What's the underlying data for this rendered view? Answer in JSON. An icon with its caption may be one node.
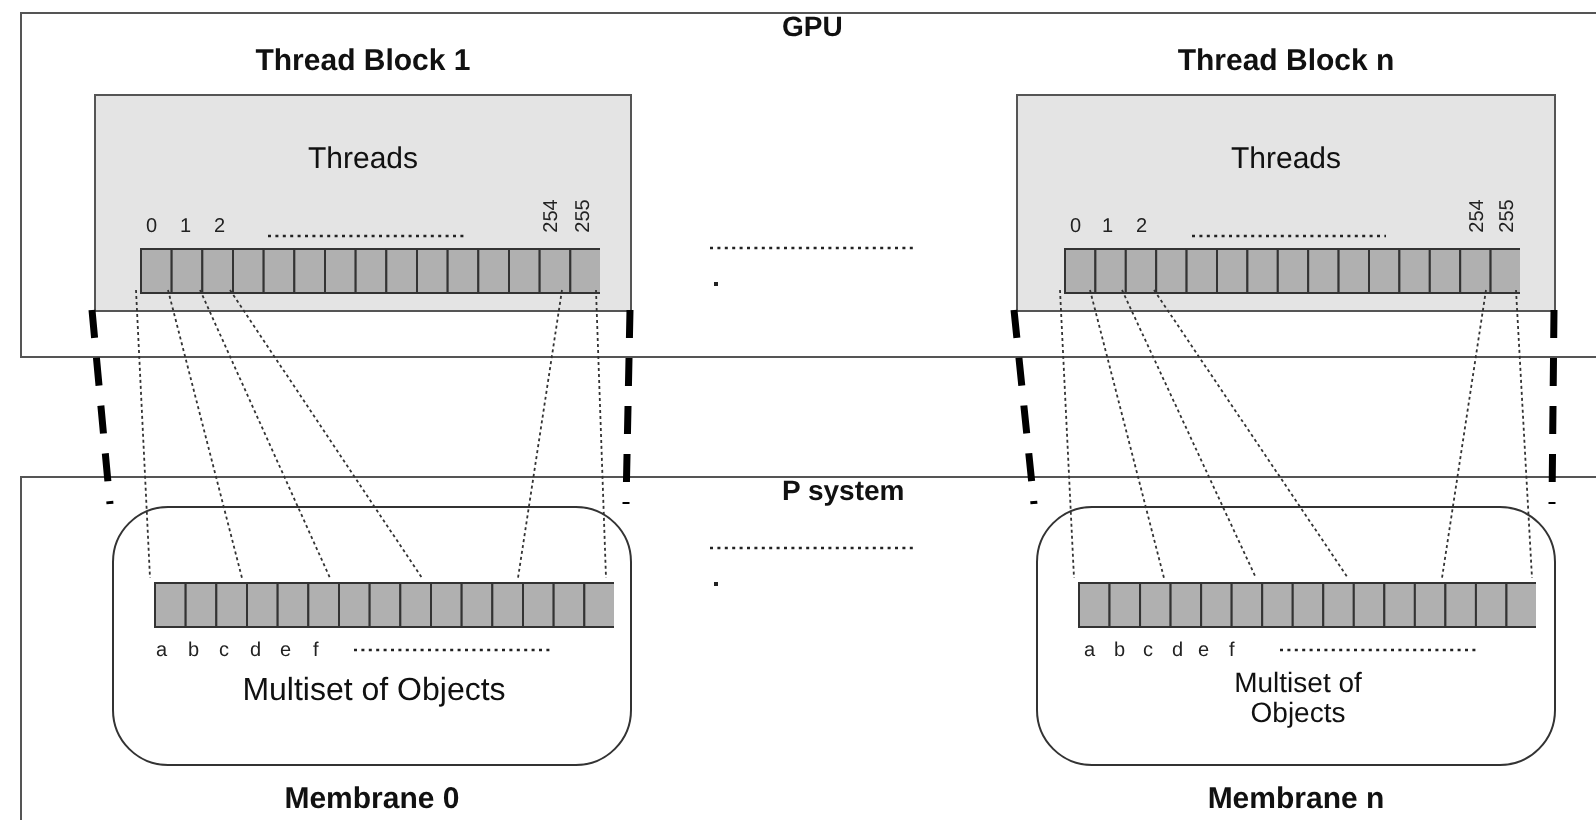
{
  "diagram": {
    "nodes": [
      {
        "text": [
          "GPU"
        ]
      },
      {
        "text": [
          "Thread Block 1",
          "Threads"
        ],
        "in": 0
      },
      {
        "text": [],
        "shape": "bar",
        "in": 1,
        "beside": [
          "0",
          "1",
          "2",
          "254",
          "255"
        ]
      },
      {
        "text": [
          "Thread Block n",
          "Threads"
        ],
        "in": 0
      },
      {
        "text": [],
        "shape": "bar",
        "in": 3,
        "beside": [
          "0",
          "1",
          "2",
          "254",
          "255"
        ]
      },
      {
        "text": [
          "P system"
        ]
      },
      {
        "text": [
          "Multiset of Objects",
          "Membrane 0"
        ],
        "in": 5
      },
      {
        "text": [],
        "shape": "bar",
        "in": 6,
        "beside": [
          "a",
          "b",
          "c",
          "d",
          "e",
          "f"
        ]
      },
      {
        "text": [
          "Multiset of Objects",
          "Membrane n"
        ],
        "in": 5
      },
      {
        "text": [],
        "shape": "bar",
        "in": 8,
        "beside": [
          "a",
          "b",
          "c",
          "d",
          "e",
          "f"
        ]
      }
    ],
    "edges": [
      {
        "from": 1,
        "to": 6,
        "arrow": "none",
        "style": "dashed"
      },
      {
        "from": 1,
        "to": 6,
        "arrow": "none",
        "style": "dashed"
      },
      {
        "from": 2,
        "to": 7,
        "arrow": "none"
      },
      {
        "from": 2,
        "to": 7,
        "arrow": "none"
      },
      {
        "from": 2,
        "to": 7,
        "arrow": "none"
      },
      {
        "from": 2,
        "to": 7,
        "arrow": "none"
      },
      {
        "from": 2,
        "to": 7,
        "arrow": "none"
      },
      {
        "from": 2,
        "to": 7,
        "arrow": "none"
      },
      {
        "from": 3,
        "to": 8,
        "arrow": "none",
        "style": "dashed"
      },
      {
        "from": 3,
        "to": 8,
        "arrow": "none",
        "style": "dashed"
      },
      {
        "from": 4,
        "to": 9,
        "arrow": "none"
      },
      {
        "from": 4,
        "to": 9,
        "arrow": "none"
      },
      {
        "from": 4,
        "to": 9,
        "arrow": "none"
      },
      {
        "from": 4,
        "to": 9,
        "arrow": "none"
      },
      {
        "from": 4,
        "to": 9,
        "arrow": "none"
      },
      {
        "from": 4,
        "to": 9,
        "arrow": "none"
      }
    ]
  }
}
